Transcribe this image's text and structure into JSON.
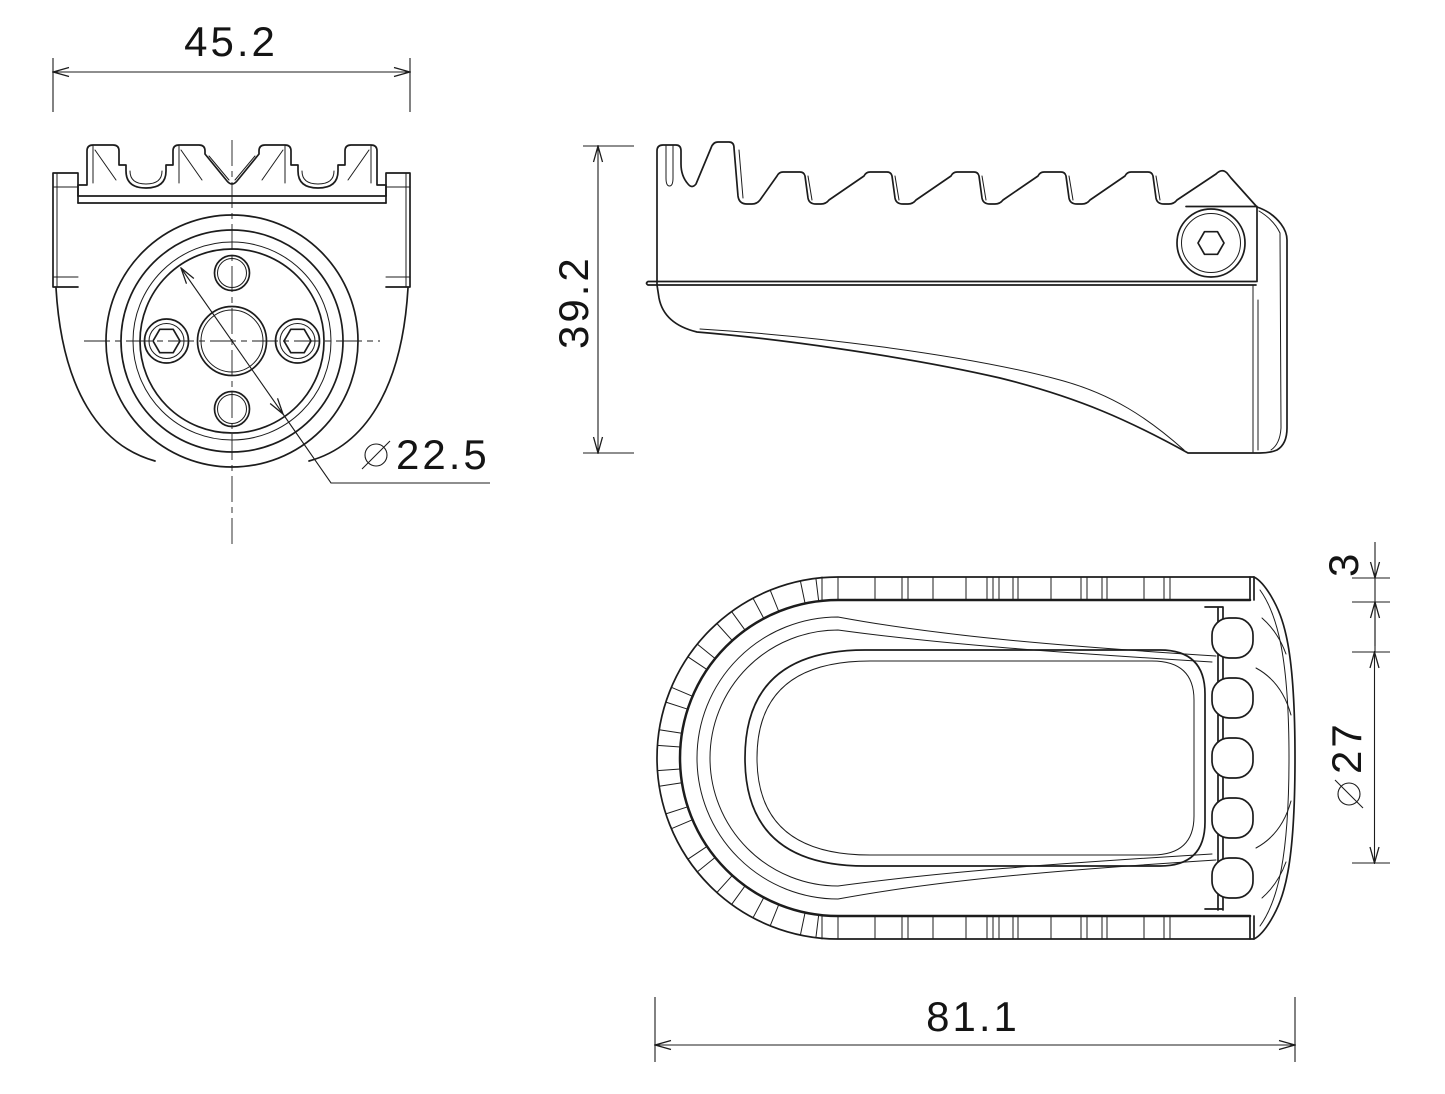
{
  "page": {
    "background": "#ffffff",
    "line_color": "#1c1c1c"
  },
  "dimensions": {
    "front_width": {
      "value": "45.2"
    },
    "flange_diameter": {
      "value": "22.5",
      "symbol": "diameter"
    },
    "side_height": {
      "value": "39.2"
    },
    "knurl_band_offset": {
      "value": "3"
    },
    "peg_end_diameter": {
      "value": "27",
      "symbol": "diameter"
    },
    "overall_length": {
      "value": "81.1"
    }
  }
}
